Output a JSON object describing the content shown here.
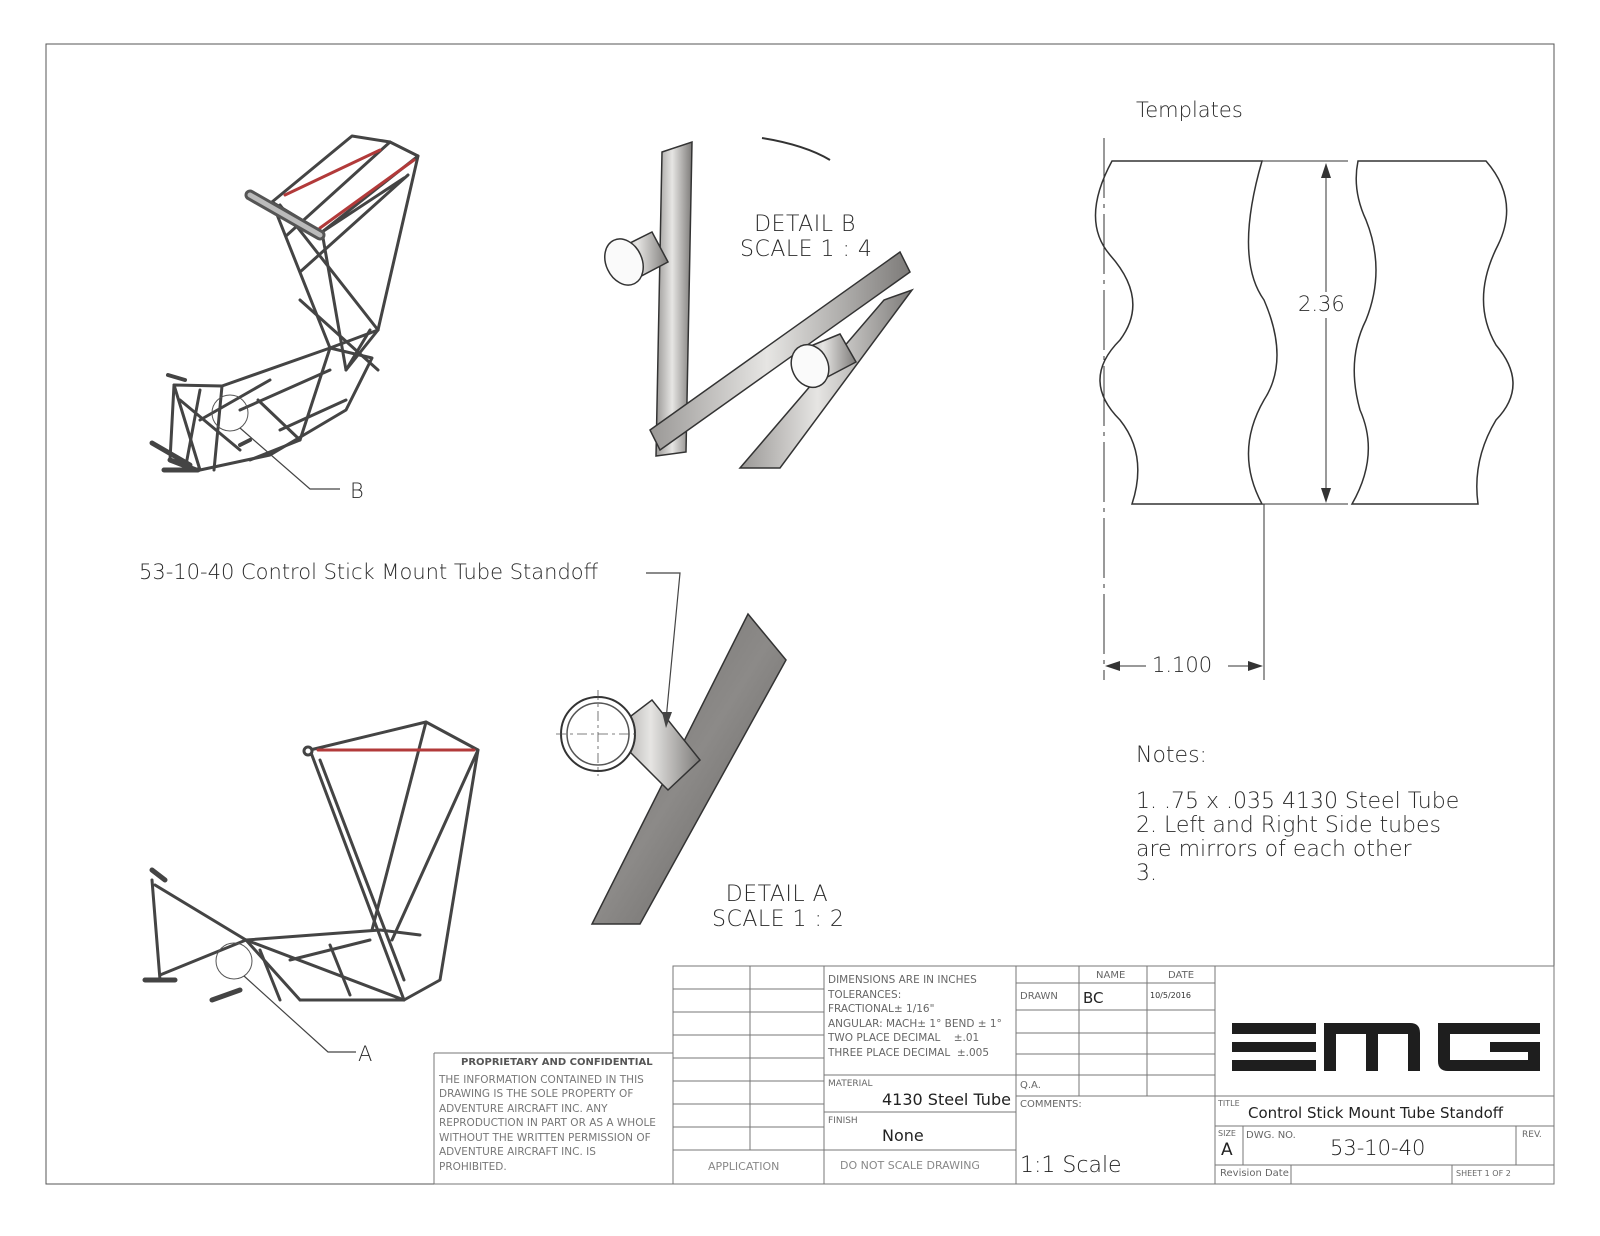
{
  "views": {
    "detail_b": {
      "line1": "DETAIL B",
      "line2": "SCALE 1 : 4"
    },
    "detail_a": {
      "line1": "DETAIL A",
      "line2": "SCALE 1 : 2"
    },
    "callout_b": "B",
    "callout_a": "A",
    "part_callout": "53-10-40 Control Stick Mount Tube Standoff"
  },
  "templates": {
    "title": "Templates",
    "height_dim": "2.36",
    "width_dim": "1.100"
  },
  "notes": {
    "heading": "Notes:",
    "lines": [
      "1. .75 x .035 4130 Steel Tube",
      "2. Left and Right Side tubes",
      "are mirrors of each other",
      "3."
    ]
  },
  "title_block": {
    "dimensions_note": [
      "DIMENSIONS ARE IN INCHES",
      "TOLERANCES:",
      "FRACTIONAL± 1/16\"",
      "ANGULAR: MACH± 1° BEND ± 1°",
      "TWO PLACE DECIMAL    ±.01",
      "THREE PLACE DECIMAL  ±.005"
    ],
    "name_header": "NAME",
    "date_header": "DATE",
    "drawn_label": "DRAWN",
    "drawn_name": "BC",
    "drawn_date": "10/5/2016",
    "qa_label": "Q.A.",
    "comments_label": "COMMENTS:",
    "comments_value": "1:1 Scale",
    "material_label": "MATERIAL",
    "material_value": "4130 Steel Tube",
    "finish_label": "FINISH",
    "finish_value": "None",
    "do_not_scale": "DO NOT SCALE DRAWING",
    "application_label": "APPLICATION",
    "proprietary_title": "PROPRIETARY AND CONFIDENTIAL",
    "proprietary_text": [
      "THE INFORMATION CONTAINED IN THIS",
      "DRAWING IS THE SOLE PROPERTY OF",
      "ADVENTURE AIRCRAFT INC.  ANY",
      "REPRODUCTION IN PART OR AS A WHOLE",
      "WITHOUT THE WRITTEN PERMISSION OF",
      "ADVENTURE AIRCRAFT INC. IS",
      "PROHIBITED."
    ],
    "logo": "EMG",
    "title_label": "TITLE",
    "title_value": "Control Stick Mount Tube Standoff",
    "size_label": "SIZE",
    "size_value": "A",
    "dwg_no_label": "DWG.  NO.",
    "dwg_no_value": "53-10-40",
    "rev_label": "REV.",
    "revision_date_label": "Revision Date",
    "sheet_label": "SHEET 1 OF 2"
  },
  "colors": {
    "line": "#333333",
    "tube_fill": "#8a8886",
    "tube_light": "#d9d8d6",
    "highlight_tube": "#b23a3a"
  }
}
